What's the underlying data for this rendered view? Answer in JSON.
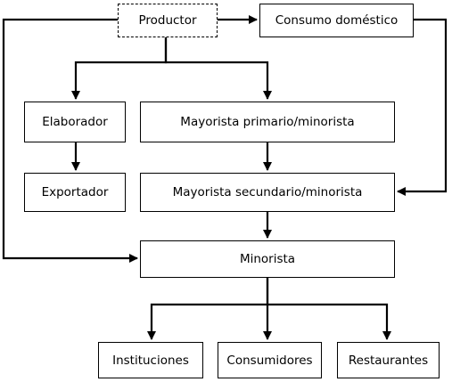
{
  "diagram": {
    "nodes": [
      {
        "id": "productor",
        "label": "Productor",
        "dashed": true
      },
      {
        "id": "consumo",
        "label": "Consumo doméstico"
      },
      {
        "id": "elaborador",
        "label": "Elaborador"
      },
      {
        "id": "mayorista_primario",
        "label": "Mayorista primario/minorista"
      },
      {
        "id": "exportador",
        "label": "Exportador"
      },
      {
        "id": "mayorista_secundario",
        "label": "Mayorista secundario/minorista"
      },
      {
        "id": "minorista",
        "label": "Minorista"
      },
      {
        "id": "instituciones",
        "label": "Instituciones"
      },
      {
        "id": "consumidores",
        "label": "Consumidores"
      },
      {
        "id": "restaurantes",
        "label": "Restaurantes"
      }
    ],
    "edges": [
      {
        "from": "productor",
        "to": "consumo"
      },
      {
        "from": "productor",
        "to": "elaborador"
      },
      {
        "from": "productor",
        "to": "mayorista_primario"
      },
      {
        "from": "productor",
        "to": "minorista"
      },
      {
        "from": "elaborador",
        "to": "exportador"
      },
      {
        "from": "mayorista_primario",
        "to": "mayorista_secundario"
      },
      {
        "from": "consumo",
        "to": "mayorista_secundario"
      },
      {
        "from": "mayorista_secundario",
        "to": "minorista"
      },
      {
        "from": "minorista",
        "to": "instituciones"
      },
      {
        "from": "minorista",
        "to": "consumidores"
      },
      {
        "from": "minorista",
        "to": "restaurantes"
      }
    ]
  }
}
